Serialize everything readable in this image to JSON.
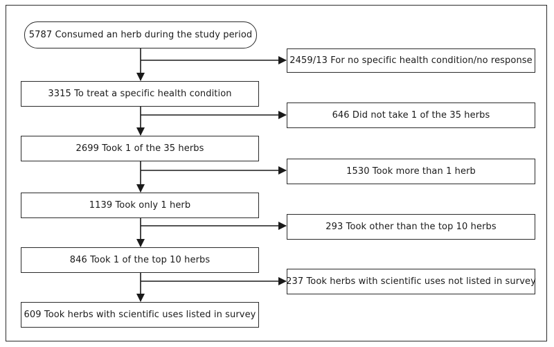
{
  "flowchart": {
    "start": "5787 Consumed an herb during the study period",
    "steps": [
      "3315 To treat a specific health condition",
      "2699 Took 1 of the 35 herbs",
      "1139 Took only 1 herb",
      "846 Took 1 of the top 10 herbs",
      "609 Took herbs with scientific uses listed in survey"
    ],
    "exclusions": [
      "2459/13 For no specific health condition/no response",
      "646 Did not take 1 of the 35 herbs",
      "1530 Took more than 1 herb",
      "293 Took other than the top 10 herbs",
      "237 Took herbs with scientific uses not listed in survey"
    ]
  },
  "colors": {
    "line": "#1a1a1a",
    "border": "#2a2a2a",
    "text": "#1a1a1a",
    "background": "#ffffff"
  }
}
